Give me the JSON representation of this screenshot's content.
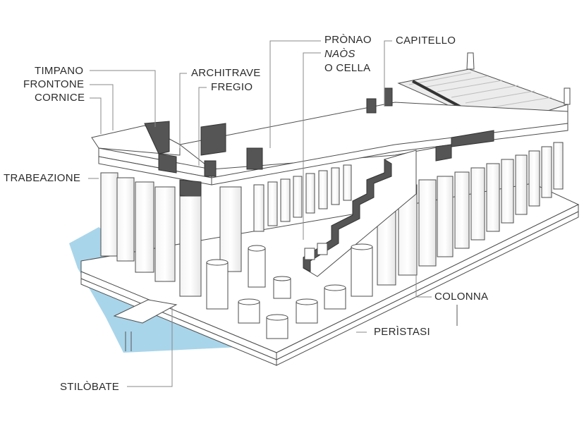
{
  "colors": {
    "water": "#a9d5ea",
    "stone": "#ffffff",
    "stroke": "#4d4d4d",
    "dark_block": "#555555",
    "leader": "#888888"
  },
  "labels": {
    "timpano": "TIMPANO",
    "frontone": "FRONTONE",
    "cornice": "CORNICE",
    "trabeazione": "TRABEAZIONE",
    "architrave": "ARCHITRAVE",
    "fregio": "FREGIO",
    "pronao": "PRÒNAO",
    "naos": "NAÒS",
    "cella": "O CELLA",
    "capitello": "CAPITELLO",
    "colonna": "COLONNA",
    "peristasi": "PERÌSTASI",
    "stilobate": "STILÒBATE"
  }
}
